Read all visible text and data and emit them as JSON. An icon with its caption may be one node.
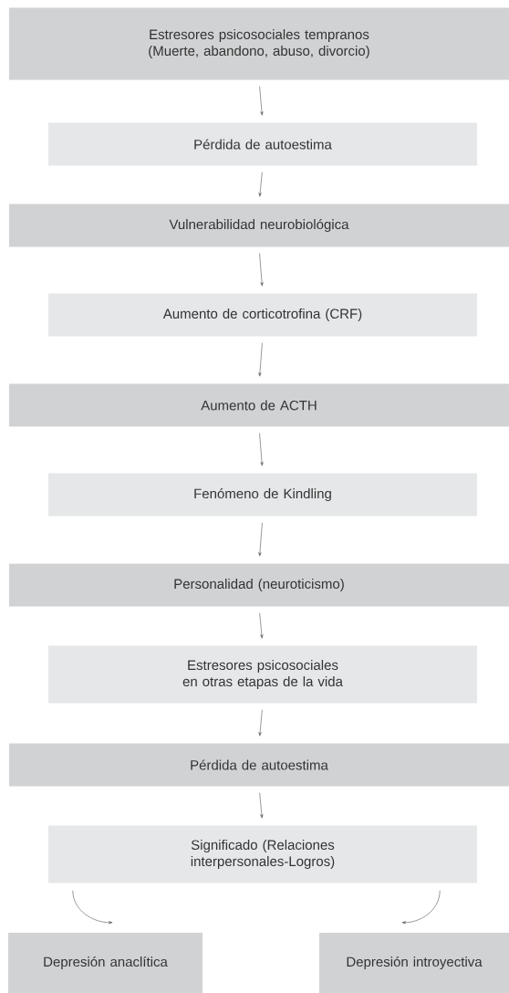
{
  "diagram": {
    "nodes": [
      {
        "text": [
          "Estresores psicosociales tempranos (Muerte, abandono, abuso, divorcio)"
        ]
      },
      {
        "text": [
          "Pérdida de autoestima"
        ]
      },
      {
        "text": [
          "Vulnerabilidad neurobiológica"
        ]
      },
      {
        "text": [
          "Aumento de corticotrofina (CRF)"
        ]
      },
      {
        "text": [
          "Aumento de ACTH"
        ]
      },
      {
        "text": [
          "Fenómeno de Kindling"
        ]
      },
      {
        "text": [
          "Personalidad (neuroticismo)"
        ]
      },
      {
        "text": [
          "Estresores psicosociales en otras etapas de la vida"
        ]
      },
      {
        "text": [
          "Pérdida de autoestima"
        ]
      },
      {
        "text": [
          "Significado (Relaciones interpersonales-Logros)"
        ]
      },
      {
        "text": [
          "Depresión anaclítica"
        ]
      },
      {
        "text": [
          "Depresión introyectiva"
        ]
      }
    ],
    "edges": [
      {
        "from": 0,
        "to": 1,
        "arrow": "to"
      },
      {
        "from": 1,
        "to": 2,
        "arrow": "to"
      },
      {
        "from": 2,
        "to": 3,
        "arrow": "to"
      },
      {
        "from": 3,
        "to": 4,
        "arrow": "to"
      },
      {
        "from": 4,
        "to": 5,
        "arrow": "to"
      },
      {
        "from": 5,
        "to": 6,
        "arrow": "to"
      },
      {
        "from": 6,
        "to": 7,
        "arrow": "to"
      },
      {
        "from": 7,
        "to": 8,
        "arrow": "to"
      },
      {
        "from": 8,
        "to": 9,
        "arrow": "to"
      },
      {
        "from": 9,
        "to": 10,
        "arrow": "to"
      },
      {
        "from": 9,
        "to": 11,
        "arrow": "to"
      }
    ]
  }
}
